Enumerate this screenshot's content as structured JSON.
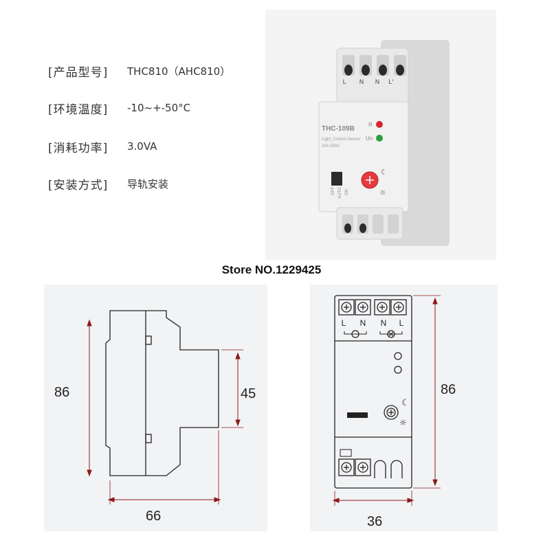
{
  "specs": [
    {
      "label": "[产品型号]",
      "value": "THC810（AHC810）"
    },
    {
      "label": "[环境温度]",
      "value": "-10~+-50°C"
    },
    {
      "label": "[消耗功率]",
      "value": "3.0VA"
    },
    {
      "label": "[安装方式]",
      "value": "导轨安装"
    }
  ],
  "product": {
    "model_label": "THC-109B",
    "subtitle": "Light_Control Sensor",
    "rating": "20A 250V",
    "indicator_r": "R",
    "indicator_un": "Un",
    "switch_labels": [
      "OFF",
      "AUTO",
      "ON"
    ],
    "terminal_top": [
      "L",
      "N",
      "N",
      "L'"
    ]
  },
  "store": {
    "name": "Store NO.1229425"
  },
  "dimensions": {
    "height_left": "86",
    "inner_height": "45",
    "width_left": "66",
    "height_right": "86",
    "width_right": "36"
  },
  "front_view": {
    "terminals": [
      "L",
      "N",
      "N",
      "L"
    ]
  },
  "colors": {
    "red_led": "#d9262b",
    "green_led": "#29a03d",
    "panel_bg": "#f2f3f5",
    "line": "#222222",
    "dim_line": "#8a1a1a"
  }
}
